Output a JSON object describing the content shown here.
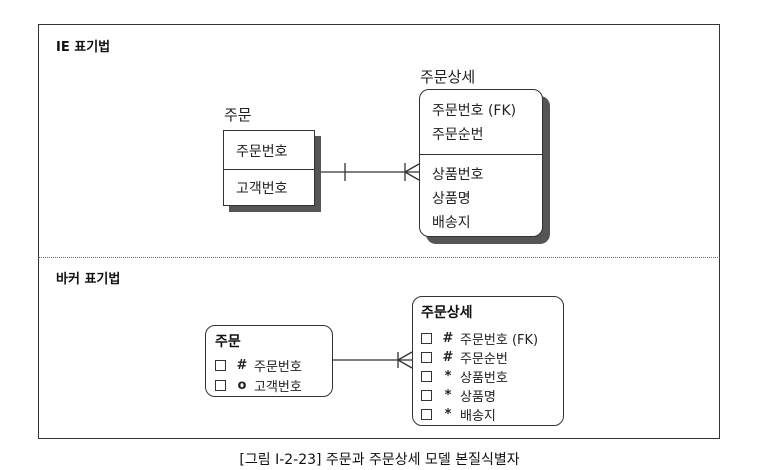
{
  "ie_section": {
    "title": "IE 표기법",
    "order": {
      "name": "주문",
      "pk": [
        "주문번호"
      ],
      "attrs": [
        "고객번호"
      ]
    },
    "order_detail": {
      "name": "주문상세",
      "pk": [
        "주문번호 (FK)",
        "주문순번"
      ],
      "attrs": [
        "상품번호",
        "상품명",
        "배송지"
      ]
    }
  },
  "barker_section": {
    "title": "바커 표기법",
    "order": {
      "name": "주문",
      "attrs": [
        {
          "symbol": "#",
          "label": "주문번호"
        },
        {
          "symbol": "o",
          "label": "고객번호"
        }
      ]
    },
    "order_detail": {
      "name": "주문상세",
      "attrs": [
        {
          "symbol": "#",
          "label": "주문번호 (FK)"
        },
        {
          "symbol": "#",
          "label": "주문순번"
        },
        {
          "symbol": "*",
          "label": "상품번호"
        },
        {
          "symbol": "*",
          "label": "상품명"
        },
        {
          "symbol": "*",
          "label": "배송지"
        }
      ]
    }
  },
  "caption": "[그림 Ⅰ-2-23] 주문과 주문상세 모델 본질식별자"
}
